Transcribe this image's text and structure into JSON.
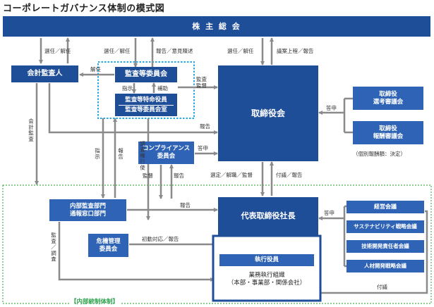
{
  "title": "コーポレートガバナンス体制の模式図",
  "boxes": {
    "shareholders_meeting": "株 主 総 会",
    "accounting_auditor": "会計監査人",
    "audit_committee": "監査等委員会",
    "audit_support_officer": "監査等特命役員",
    "audit_committee_office": "監査等委員会室",
    "board": "取締役会",
    "nomination_committee": "取締役\n選考審議会",
    "remuneration_committee": "取締役\n報酬審議会",
    "compliance_committee": "コンプライアンス\n委員会",
    "internal_audit": "内部監査部門\n通報窓口部門",
    "risk_committee": "危機管理\n委員会",
    "president": "代表取締役社長",
    "executive_officers": "執行役員",
    "business_org": "業務執行組織\n（本部・事業部・関係会社）",
    "management_council": "経営会議",
    "sustainability_council": "サステナビリティ戦略会議",
    "tech_council": "技術開発責任者会議",
    "hr_council": "人材開発戦略会議"
  },
  "labels": {
    "elect_dismiss": "選任／解任",
    "report_opinion": "報告／意見陳述",
    "proposal_report": "議案上程／報告",
    "dismiss": "解任",
    "instruct": "指示",
    "assist": "補助",
    "audit_supervise": "監査\n監督",
    "report": "報告",
    "consult": "答申",
    "accounting_audit": "会計監査",
    "investigation": "調査権行使",
    "supervise": "監督",
    "appoint_supervise": "選定／解職／監督",
    "refer_report": "付議／報告",
    "response_report": "初動対応／報告",
    "audit_investigate": "監査／調査",
    "refer": "付議",
    "remuneration_note": "（個別報酬額：決定）",
    "internal_control": "【内部統制体制】"
  },
  "colors": {
    "dark_blue": "#1f4e99",
    "mid_blue": "#2e63b5",
    "arrow_gray": "#8a8a8a",
    "internal_control_green": "#4caf50",
    "audit_dotted": "#29a8e0"
  }
}
